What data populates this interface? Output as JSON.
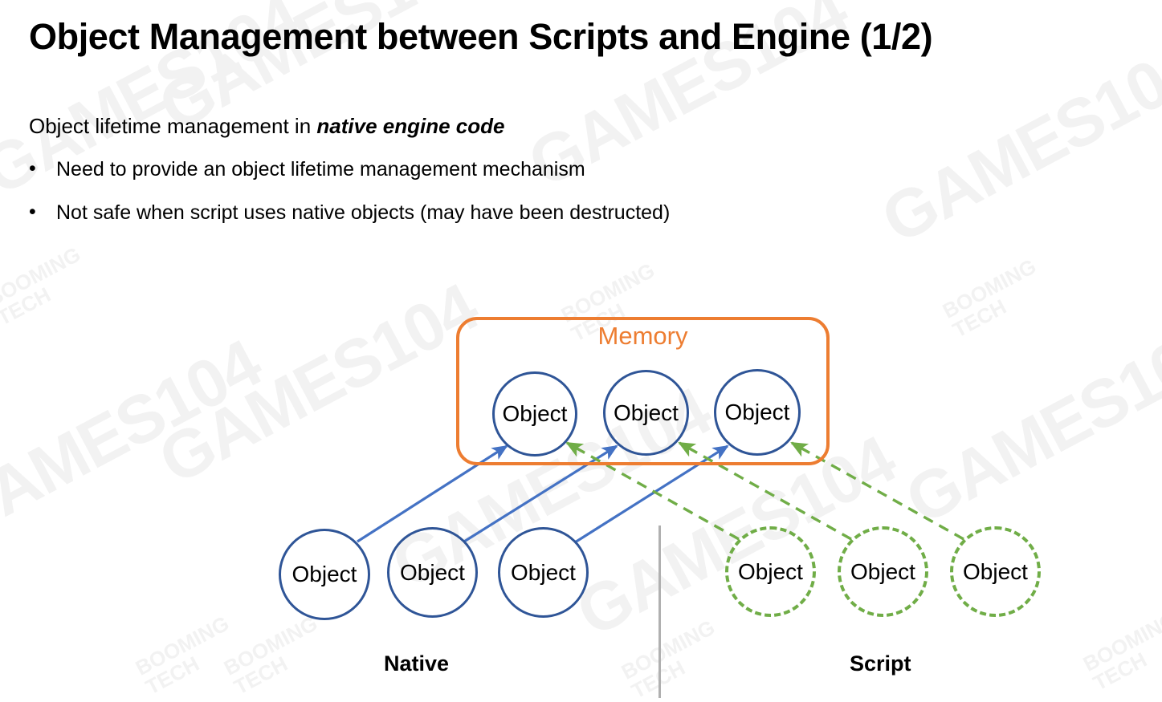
{
  "slide": {
    "title": "Object Management between Scripts and Engine (1/2)",
    "subtitle_prefix": "Object lifetime management in ",
    "subtitle_emphasis": "native engine code",
    "bullet_marker": "•",
    "bullets": [
      "Need to provide an object lifetime management mechanism",
      "Not safe when script uses native objects (may have been destructed)"
    ]
  },
  "diagram": {
    "memory_label": "Memory",
    "memory_color": "#ED7D31",
    "native_color": "#2F5597",
    "script_color": "#70AD47",
    "divider_color": "#b0b0b0",
    "memory_objects": [
      {
        "label": "Object"
      },
      {
        "label": "Object"
      },
      {
        "label": "Object"
      }
    ],
    "native_objects": [
      {
        "label": "Object"
      },
      {
        "label": "Object"
      },
      {
        "label": "Object"
      }
    ],
    "script_objects": [
      {
        "label": "Object"
      },
      {
        "label": "Object"
      },
      {
        "label": "Object"
      }
    ],
    "native_side_label": "Native",
    "script_side_label": "Script"
  },
  "watermarks": {
    "games": "GAMES104",
    "booming_line1": "BOOMING",
    "booming_line2": "TECH"
  }
}
